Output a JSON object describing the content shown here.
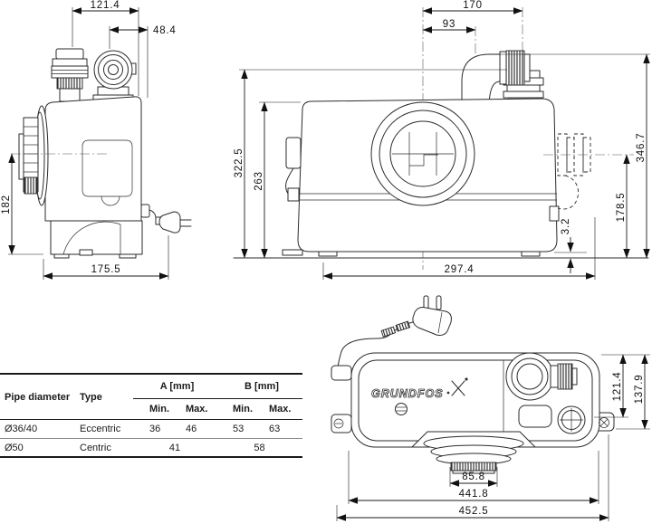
{
  "colors": {
    "line": "#2b2b2b",
    "background": "#ffffff"
  },
  "drawing": {
    "side_view": {
      "top_width": "121.4",
      "outlet_offset": "48.4",
      "inlet_height": "182",
      "base_width": "175.5"
    },
    "front_view": {
      "connection_spacing": "170",
      "outlet_offset": "93",
      "total_height": "322.5",
      "tank_height": "263",
      "outlet_top_height": "346.7",
      "side_outlet_height": "178.5",
      "base_clearance": "3.2",
      "depth": "297.4"
    },
    "top_view": {
      "brand": "GRUNDFOS",
      "width_inner": "121.4",
      "width_outer": "137.9",
      "inlet_width": "85.8",
      "length_inner": "441.8",
      "length_outer": "452.5"
    }
  },
  "table": {
    "headers": {
      "pipe_diameter": "Pipe diameter",
      "type": "Type",
      "group_a": "A [mm]",
      "group_b": "B [mm]",
      "min": "Min.",
      "max": "Max."
    },
    "rows": [
      {
        "pipe": "Ø36/40",
        "type": "Eccentric",
        "a_min": "36",
        "a_max": "46",
        "b_min": "53",
        "b_max": "63"
      },
      {
        "pipe": "Ø50",
        "type": "Centric",
        "a": "41",
        "b": "58"
      }
    ]
  }
}
